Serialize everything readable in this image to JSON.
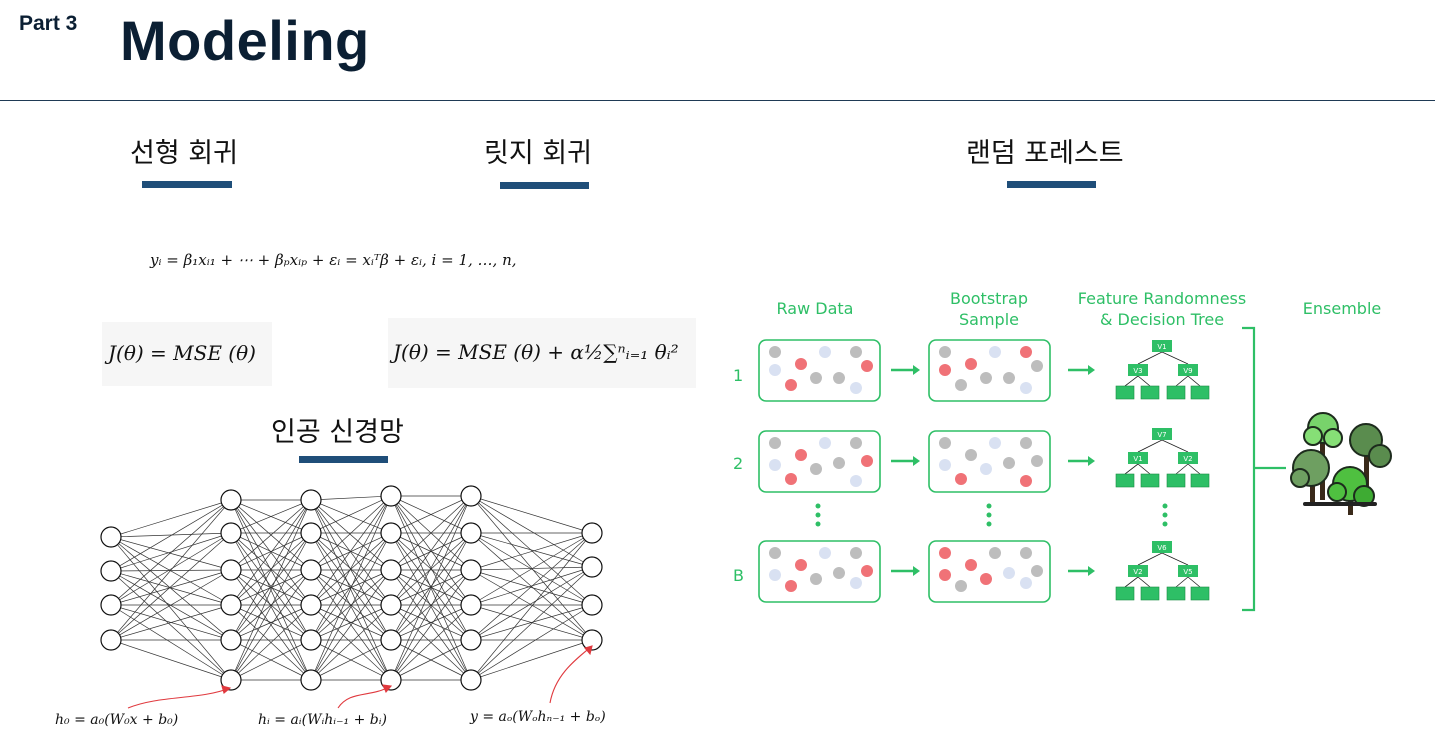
{
  "header": {
    "part": "Part 3",
    "title": "Modeling"
  },
  "sections": {
    "linear": "선형 회귀",
    "ridge": "릿지 회귀",
    "forest": "랜덤 포레스트",
    "nn": "인공 신경망"
  },
  "formulas": {
    "linear": "yᵢ = β₁xᵢ₁ + ⋯ + βₚxᵢₚ + εᵢ = xᵢᵀβ + εᵢ,        i = 1, …, n,",
    "mse": "J(θ) =  MSE (θ)",
    "ridge": "J(θ) =  MSE (θ) + α½∑ⁿᵢ₌₁ θᵢ²"
  },
  "random_forest": {
    "headers": {
      "raw": "Raw Data",
      "bootstrap": "Bootstrap\nSample",
      "feature": "Feature Randomness\n& Decision Tree",
      "ensemble": "Ensemble"
    },
    "rows": [
      {
        "label": "1",
        "tree": {
          "root": "V1",
          "left": "V3",
          "right": "V9"
        }
      },
      {
        "label": "2",
        "tree": {
          "root": "V7",
          "left": "V1",
          "right": "V2"
        }
      },
      {
        "label": "B",
        "tree": {
          "root": "V6",
          "left": "V2",
          "right": "V5"
        }
      }
    ],
    "colors": {
      "green": "#2ebf66",
      "red": "#f07277",
      "gray": "#bdbdbd",
      "lightblue": "#d9e1f2"
    }
  },
  "nn_equations": {
    "h0": "h₀ = a₀(W₀x + b₀)",
    "hi": "hᵢ = aᵢ(Wᵢhᵢ₋₁ + bᵢ)",
    "y": "y = aₒ(Wₒhₙ₋₁ + bₒ)"
  }
}
